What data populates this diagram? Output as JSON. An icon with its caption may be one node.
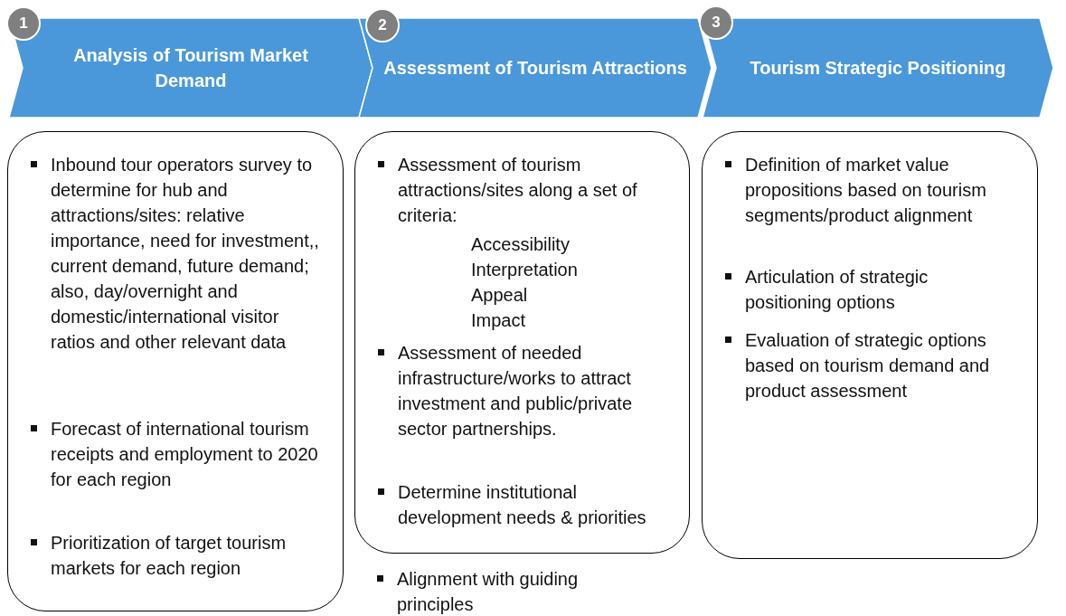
{
  "diagram": {
    "nodes": [
      {
        "text": [
          "Analysis of Tourism Market Demand"
        ]
      },
      {
        "text": [
          "Assessment of Tourism Attractions"
        ]
      },
      {
        "text": [
          "Tourism Strategic Positioning"
        ]
      },
      {
        "text": [
          "1"
        ]
      },
      {
        "text": [
          "2"
        ]
      },
      {
        "text": [
          "3"
        ]
      },
      {
        "text": [
          "Inbound tour operators survey to determine for hub and attractions/sites: relative importance, need for investment,, current demand, future demand; also,  day/overnight and domestic/international visitor ratios and other relevant data",
          "Forecast of international tourism receipts  and employment to 2020 for each region",
          "Prioritization of target tourism markets for each region"
        ]
      },
      {
        "text": [
          "Assessment of tourism attractions/sites along a set of criteria:",
          "Accessibility",
          "Interpretation",
          "Appeal",
          "Impact",
          "Assessment of  needed infrastructure/works to attract investment and public/private sector partnerships.",
          "Determine institutional development needs & priorities"
        ],
        "beside": [
          "Alignment with guiding principles"
        ]
      },
      {
        "text": [
          "Definition of market value propositions based on tourism segments/product alignment",
          "Articulation of  strategic positioning options",
          "Evaluation of strategic options based on tourism demand and product assessment"
        ]
      }
    ]
  }
}
